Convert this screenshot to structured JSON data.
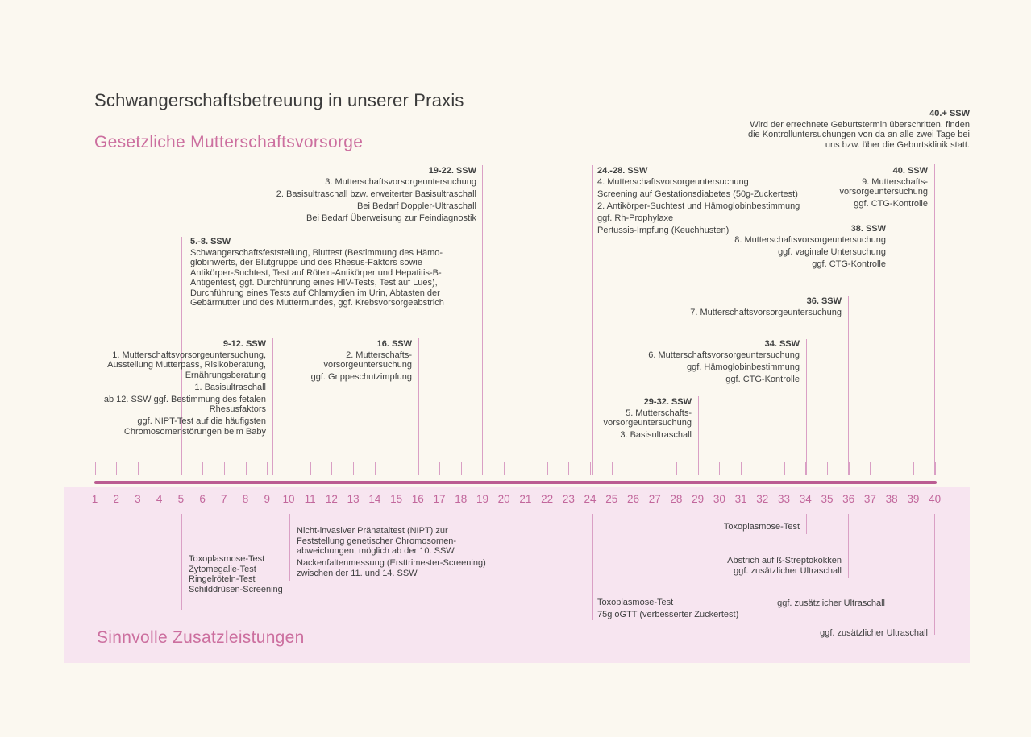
{
  "page": {
    "title": "Schwangerschaftsbetreuung in unserer Praxis",
    "section_legal": "Gesetzliche Mutterschaftsvorsorge",
    "section_extra": "Sinnvolle Zusatzleistungen"
  },
  "overdue_note": {
    "title": "40.+ SSW",
    "body": "Wird der errechnete Geburtstermin überschritten, finden\ndie Kontrolluntersuchungen von da an alle zwei Tage bei\nuns bzw. über die Geburtsklinik statt."
  },
  "legal_blocks": {
    "b5_8": {
      "title": "5.-8. SSW",
      "groups": [
        "Schwangerschaftsfeststellung, Bluttest (Bestimmung des Hämo-\nglobinwerts, der Blutgruppe und des Rhesus-Faktors sowie\nAntikörper-Suchtest, Test auf Röteln-Antikörper und Hepatitis-B-\nAntigentest, ggf. Durchführung eines HIV-Tests, Test auf Lues),\nDurchführung eines Tests auf Chlamydien im Urin, Abtasten der\nGebärmutter und des Muttermundes, ggf. Krebsvorsorgeabstrich"
      ]
    },
    "b9_12": {
      "title": "9-12. SSW",
      "groups": [
        "1. Mutterschaftsvorsorgeuntersuchung,\nAusstellung Mutterpass, Risikoberatung,\nErnährungsberatung",
        "1. Basisultraschall",
        "ab 12. SSW ggf. Bestimmung des fetalen\nRhesusfaktors",
        "ggf. NIPT-Test auf die häufigsten\nChromosomenstörungen beim Baby"
      ]
    },
    "b16": {
      "title": "16. SSW",
      "groups": [
        "2. Mutterschafts-\nvorsorgeuntersuchung",
        "ggf. Grippeschutzimpfung"
      ]
    },
    "b19_22": {
      "title": "19-22. SSW",
      "groups": [
        "3. Mutterschaftsvorsorgeuntersuchung",
        "2. Basisultraschall bzw. erweiterter Basisultraschall",
        "Bei Bedarf Doppler-Ultraschall",
        "Bei Bedarf Überweisung zur Feindiagnostik"
      ]
    },
    "b24_28": {
      "title": "24.-28. SSW",
      "groups": [
        "4. Mutterschaftsvorsorgeuntersuchung",
        "Screening auf Gestationsdiabetes (50g-Zuckertest)",
        "2. Antikörper-Suchtest und Hämoglobinbestimmung",
        "ggf. Rh-Prophylaxe",
        "Pertussis-Impfung (Keuchhusten)"
      ]
    },
    "b29_32": {
      "title": "29-32. SSW",
      "groups": [
        "5. Mutterschafts-\nvorsorgeuntersuchung",
        "3. Basisultraschall"
      ]
    },
    "b34": {
      "title": "34. SSW",
      "groups": [
        "6. Mutterschaftsvorsorgeuntersuchung",
        "ggf. Hämoglobinbestimmung",
        "ggf. CTG-Kontrolle"
      ]
    },
    "b36": {
      "title": "36. SSW",
      "groups": [
        "7. Mutterschaftsvorsorgeuntersuchung"
      ]
    },
    "b38": {
      "title": "38. SSW",
      "groups": [
        "8. Mutterschaftsvorsorgeuntersuchung",
        "ggf. vaginale Untersuchung",
        "ggf. CTG-Kontrolle"
      ]
    },
    "b40": {
      "title": "40. SSW",
      "groups": [
        "9. Mutterschafts-\nvorsorgeuntersuchung",
        "ggf. CTG-Kontrolle"
      ]
    }
  },
  "extra_blocks": {
    "e5": {
      "groups": [
        "Toxoplasmose-Test\nZytomegalie-Test\nRingelröteln-Test\nSchilddrüsen-Screening"
      ]
    },
    "e10": {
      "groups": [
        "Nicht-invasiver Pränataltest (NIPT) zur\nFeststellung genetischer Chromosomen-\nabweichungen, möglich ab der 10. SSW",
        "Nackenfaltenmessung (Ersttrimester-Screening)\nzwischen der 11. und 14. SSW"
      ]
    },
    "e24": {
      "groups": [
        "Toxoplasmose-Test",
        "75g oGTT (verbesserter Zuckertest)"
      ]
    },
    "e34": {
      "groups": [
        "Toxoplasmose-Test"
      ]
    },
    "e36": {
      "groups": [
        "Abstrich auf ß-Streptokokken\nggf. zusätzlicher Ultraschall"
      ]
    },
    "e38": {
      "groups": [
        "ggf. zusätzlicher Ultraschall"
      ]
    },
    "e40": {
      "groups": [
        "ggf. zusätzlicher Ultraschall"
      ]
    }
  },
  "timeline": {
    "weeks": [
      1,
      2,
      3,
      4,
      5,
      6,
      7,
      8,
      9,
      10,
      11,
      12,
      13,
      14,
      15,
      16,
      17,
      18,
      19,
      20,
      21,
      22,
      23,
      24,
      25,
      26,
      27,
      28,
      29,
      30,
      31,
      32,
      33,
      34,
      35,
      36,
      37,
      38,
      39,
      40
    ]
  },
  "colors": {
    "background": "#fbf8f0",
    "band": "#f7e5f0",
    "accent_pink": "#cc6f9f",
    "timeline_bar": "#bb5d92",
    "connector_line": "#daa0c5",
    "week_number": "#c2679c",
    "text": "#3f4040"
  }
}
